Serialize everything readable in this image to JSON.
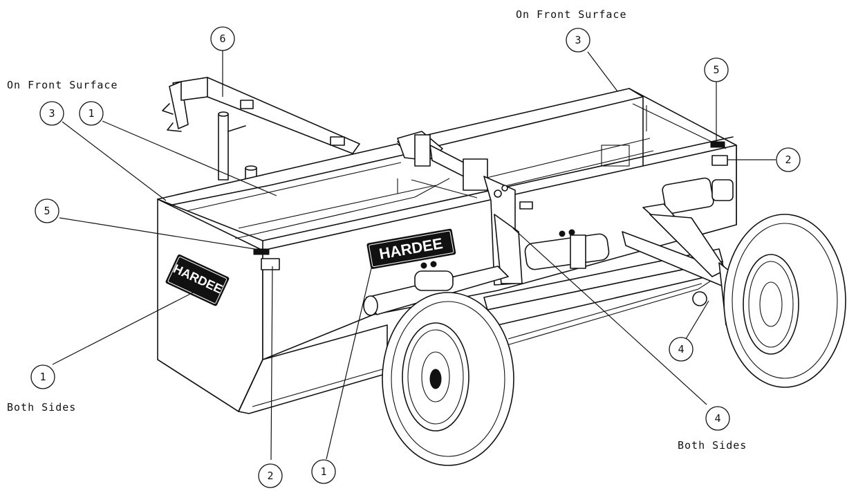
{
  "notes": {
    "front_surface_top": "On Front Surface",
    "front_surface_left": "On Front Surface",
    "both_sides_left": "Both Sides",
    "both_sides_right": "Both Sides"
  },
  "balloons": {
    "b6": "6",
    "b3_top": "3",
    "b5_right": "5",
    "b2_right": "2",
    "b3_left": "3",
    "b1_top": "1",
    "b5_left": "5",
    "b1_left": "1",
    "b4_mid": "4",
    "b4_bottom": "4",
    "b2_bottom": "2",
    "b1_bottom": "1"
  },
  "decals": {
    "front_brand": "HARDEE",
    "side_brand": "HARDEE"
  }
}
